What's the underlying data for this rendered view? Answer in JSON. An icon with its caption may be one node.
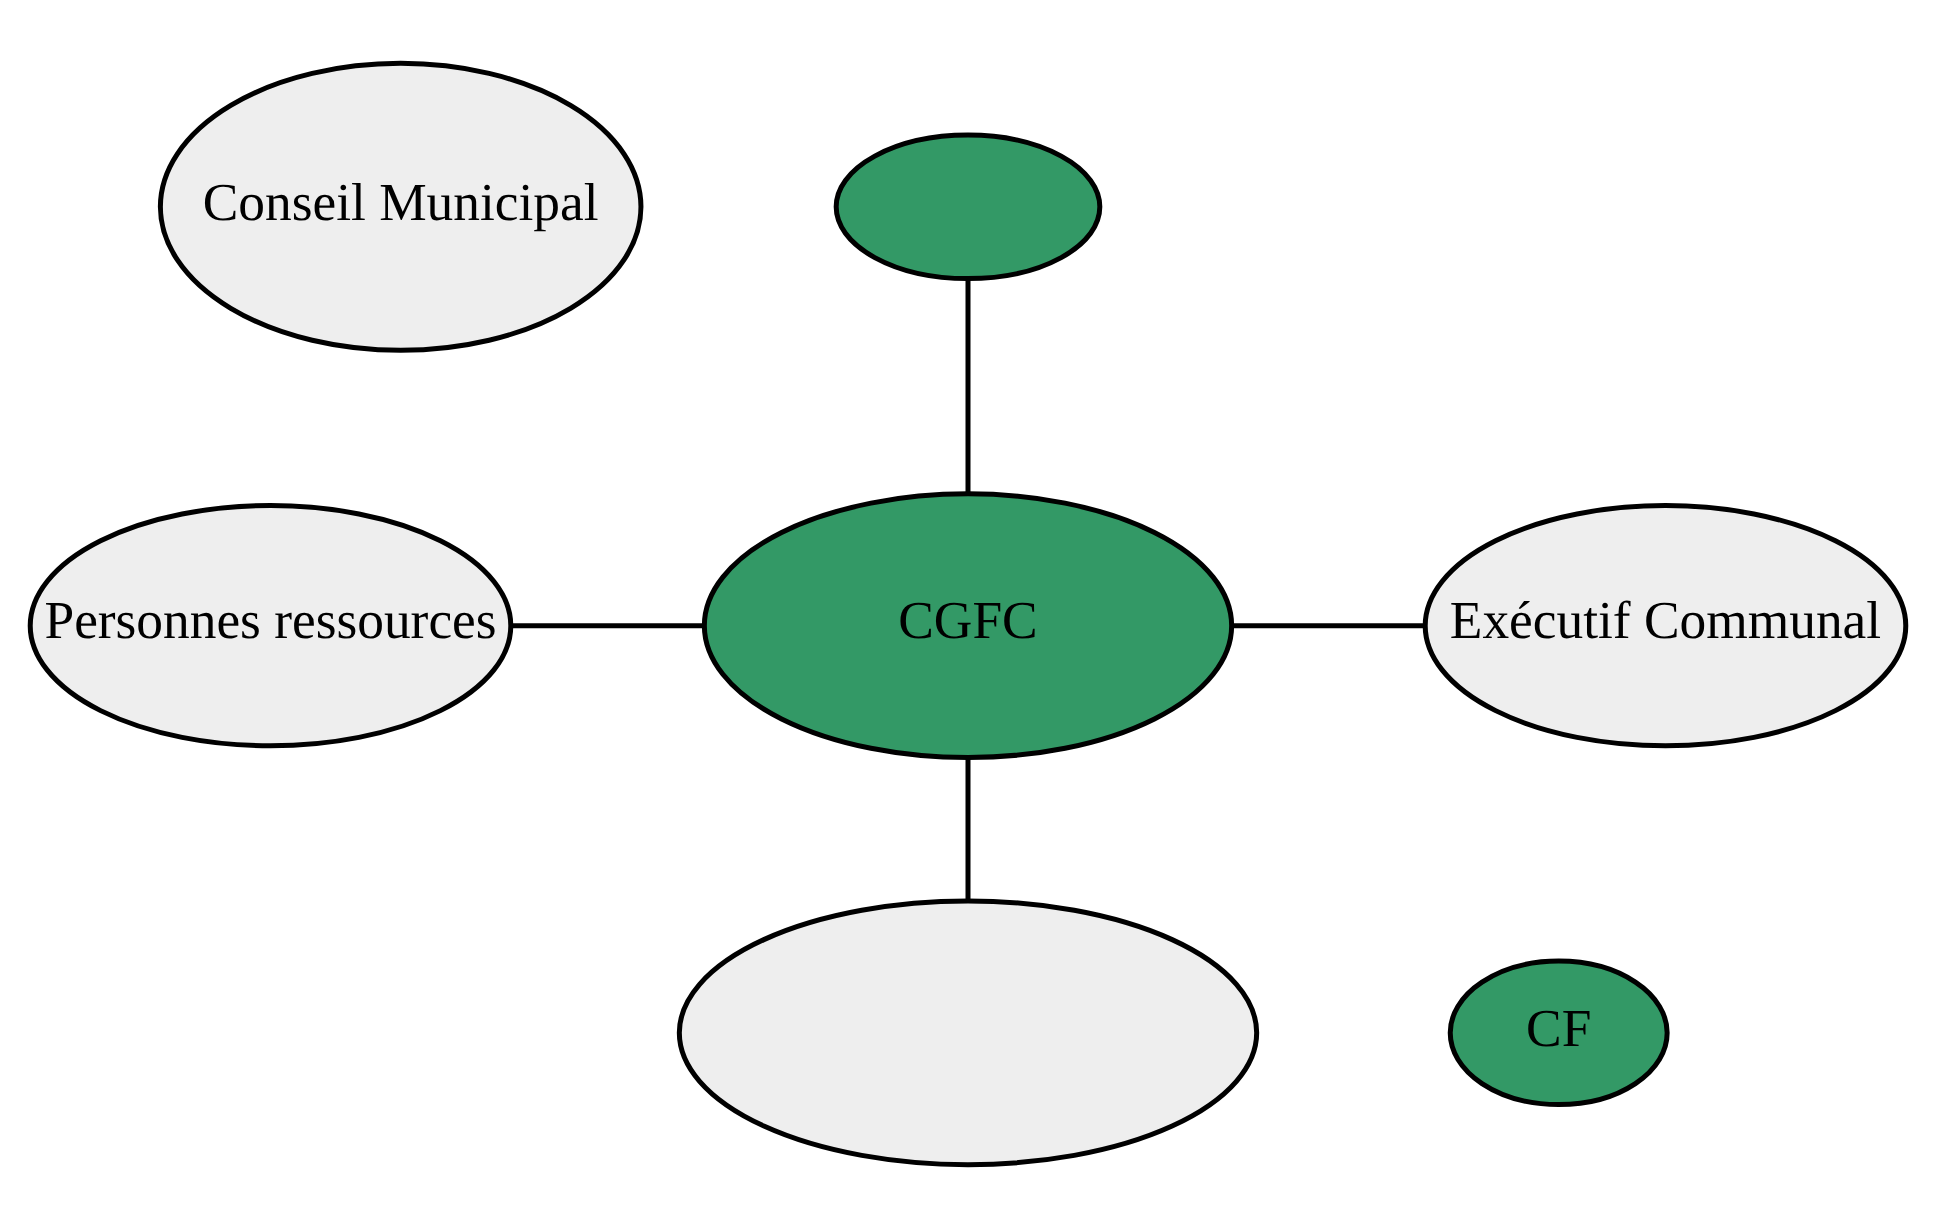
{
  "diagram": {
    "nodes": [
      {
        "text": [
          "Conseil Municipal"
        ]
      },
      {
        "text": [],
        "shape": "ellipse"
      },
      {
        "text": [
          "Personnes ressources"
        ]
      },
      {
        "text": [
          "CGFC"
        ]
      },
      {
        "text": [
          "Exécutif Communal"
        ]
      },
      {
        "text": [
          "CF"
        ]
      },
      {
        "text": [],
        "shape": "ellipse"
      }
    ],
    "edges": [
      {
        "from": 1,
        "to": 3,
        "arrow": "none"
      },
      {
        "from": 2,
        "to": 3,
        "arrow": "none"
      },
      {
        "from": 3,
        "to": 4,
        "arrow": "none"
      },
      {
        "from": 3,
        "to": 6,
        "arrow": "none"
      }
    ]
  }
}
